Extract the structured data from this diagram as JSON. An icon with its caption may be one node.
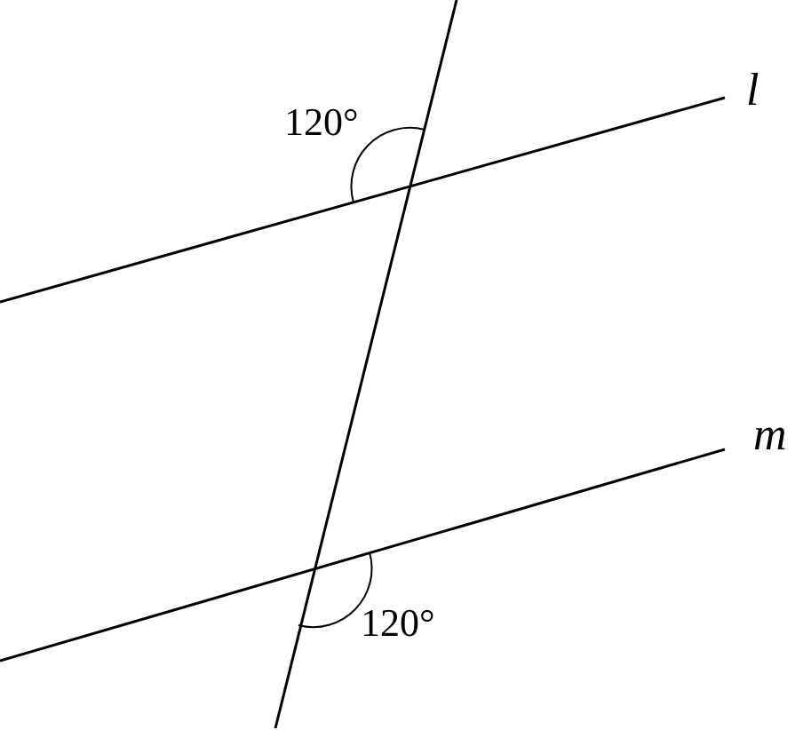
{
  "diagram": {
    "labels": [
      "l",
      "120°",
      "m",
      "120°"
    ]
  }
}
